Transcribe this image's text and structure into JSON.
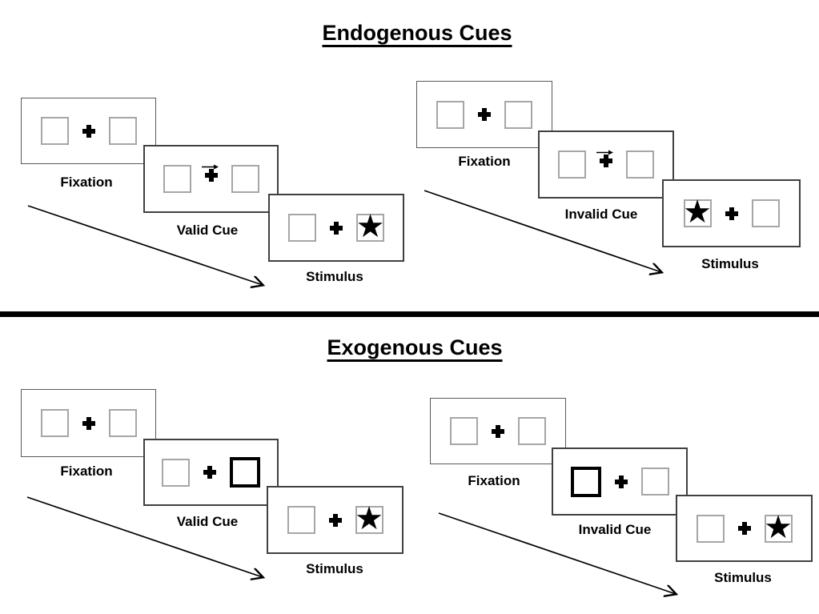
{
  "sections": [
    {
      "title": "Endogenous Cues",
      "sequences": [
        {
          "name": "endogenous-valid",
          "panels": [
            {
              "label": "Fixation"
            },
            {
              "label": "Valid Cue"
            },
            {
              "label": "Stimulus"
            }
          ]
        },
        {
          "name": "endogenous-invalid",
          "panels": [
            {
              "label": "Fixation"
            },
            {
              "label": "Invalid Cue"
            },
            {
              "label": "Stimulus"
            }
          ]
        }
      ]
    },
    {
      "title": "Exogenous Cues",
      "sequences": [
        {
          "name": "exogenous-valid",
          "panels": [
            {
              "label": "Fixation"
            },
            {
              "label": "Valid Cue"
            },
            {
              "label": "Stimulus"
            }
          ]
        },
        {
          "name": "exogenous-invalid",
          "panels": [
            {
              "label": "Fixation"
            },
            {
              "label": "Invalid Cue"
            },
            {
              "label": "Stimulus"
            }
          ]
        }
      ]
    }
  ],
  "icons": {
    "star": "★"
  },
  "colors": {
    "ink": "#000000",
    "box_border": "#a6a6a6",
    "panel_border": "#404040"
  }
}
